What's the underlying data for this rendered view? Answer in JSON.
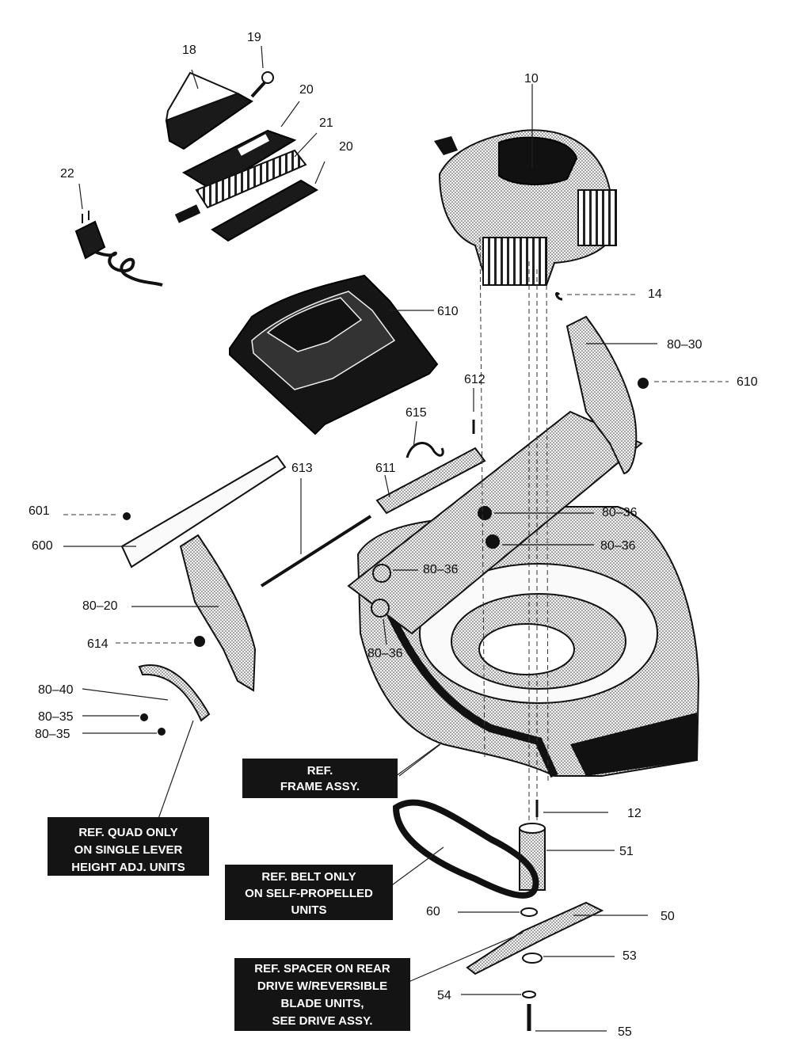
{
  "parts": {
    "p18": "18",
    "p19": "19",
    "p20a": "20",
    "p21": "21",
    "p20b": "20",
    "p22": "22",
    "p10": "10",
    "p14": "14",
    "p610a": "610",
    "p8030": "80–30",
    "p610b": "610",
    "p612": "612",
    "p615": "615",
    "p611": "611",
    "p613": "613",
    "p8036a": "80–36",
    "p8036b": "80–36",
    "p8036c": "80–36",
    "p8036d": "80–36",
    "p601": "601",
    "p600": "600",
    "p8020": "80–20",
    "p614": "614",
    "p8040": "80–40",
    "p8035a": "80–35",
    "p8035b": "80–35",
    "p12": "12",
    "p51": "51",
    "p60": "60",
    "p50": "50",
    "p53": "53",
    "p54": "54",
    "p55": "55"
  },
  "callouts": {
    "frame": [
      "REF.",
      "FRAME ASSY."
    ],
    "quad": [
      "REF. QUAD ONLY",
      "ON SINGLE LEVER",
      "HEIGHT ADJ. UNITS"
    ],
    "belt": [
      "REF. BELT ONLY",
      "ON SELF-PROPELLED",
      "UNITS"
    ],
    "spacer": [
      "REF. SPACER ON REAR",
      "DRIVE W/REVERSIBLE",
      "BLADE UNITS,",
      "SEE DRIVE ASSY."
    ]
  }
}
